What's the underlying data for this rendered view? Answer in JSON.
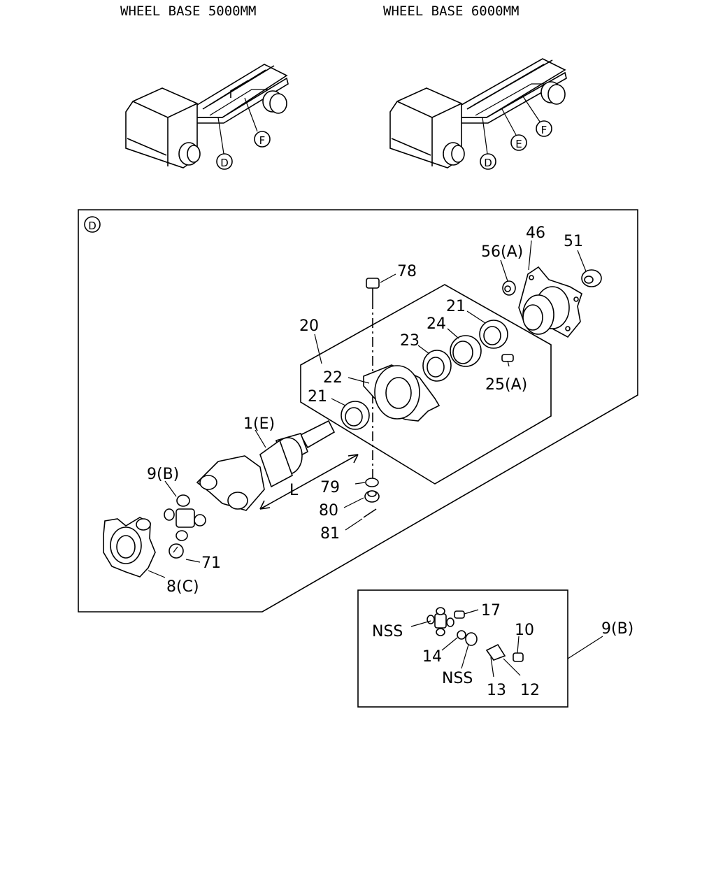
{
  "headings": {
    "wheelbase_5000": "WHEEL BASE 5000MM",
    "wheelbase_6000": "WHEEL BASE 6000MM"
  },
  "truck_callouts": {
    "left": [
      "D",
      "F"
    ],
    "right": [
      "D",
      "E",
      "F"
    ]
  },
  "main_panel": {
    "section_marker": "D",
    "labels": {
      "p78": "78",
      "p20": "20",
      "p46": "46",
      "p51": "51",
      "p56": "56(A)",
      "p21a": "21",
      "p24": "24",
      "p23": "23",
      "p22": "22",
      "p21b": "21",
      "p25": "25(A)",
      "p1": "1(E)",
      "p9": "9(B)",
      "pL": "L",
      "p79": "79",
      "p80": "80",
      "p81": "81",
      "p71": "71",
      "p8": "8(C)"
    }
  },
  "detail_panel": {
    "callout": "9(B)",
    "labels": {
      "p17": "17",
      "nss1": "NSS",
      "p10": "10",
      "p14": "14",
      "nss2": "NSS",
      "p13": "13",
      "p12": "12"
    }
  }
}
